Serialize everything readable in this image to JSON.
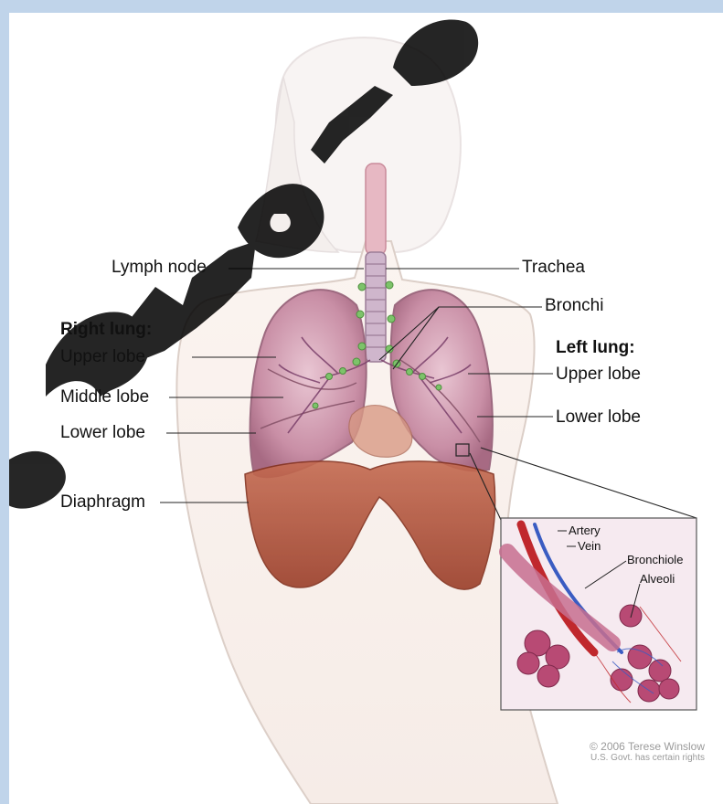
{
  "labels": {
    "lymph_node": "Lymph node",
    "trachea": "Trachea",
    "bronchi": "Bronchi",
    "right_lung": "Right lung:",
    "right_upper_lobe": "Upper lobe",
    "right_middle_lobe": "Middle lobe",
    "right_lower_lobe": "Lower lobe",
    "left_lung": "Left lung:",
    "left_upper_lobe": "Upper lobe",
    "left_lower_lobe": "Lower lobe",
    "diaphragm": "Diaphragm"
  },
  "inset": {
    "artery": "Artery",
    "vein": "Vein",
    "bronchiole": "Bronchiole",
    "alveoli": "Alveoli"
  },
  "credit": {
    "line1": "© 2006 Terese Winslow",
    "line2": "U.S. Govt. has certain rights"
  },
  "colors": {
    "frame_border": "#c0d4ea",
    "watermark": "#000000",
    "lung": "#c98fa6",
    "diaphragm": "#b5533d",
    "lymph_node": "#7dc36a",
    "artery": "#c0282d",
    "vein": "#3a5cc2"
  }
}
